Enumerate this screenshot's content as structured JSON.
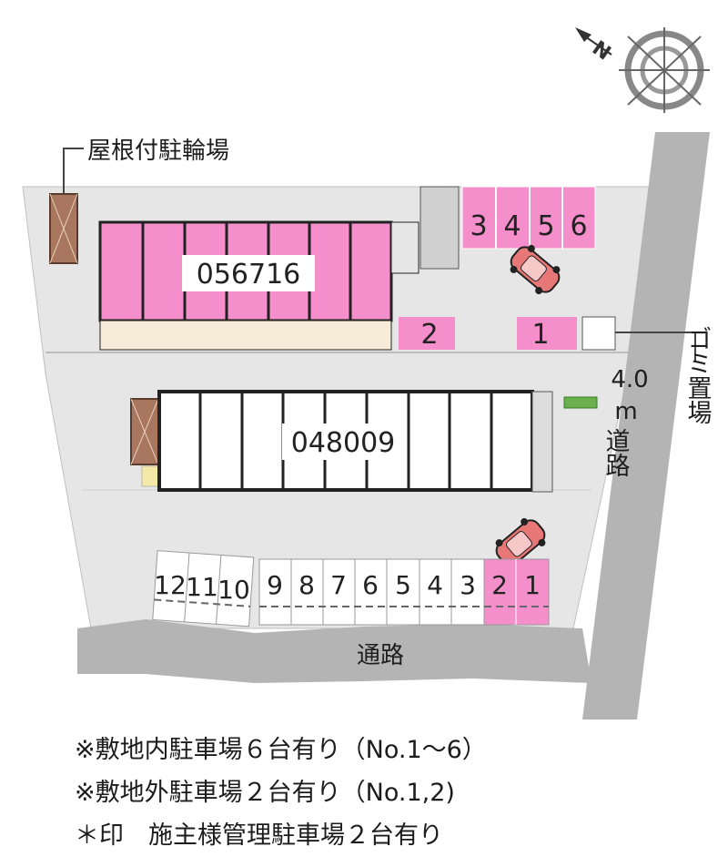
{
  "labels": {
    "bike_parking": "屋根付駐輪場",
    "garbage": "ゴミ置場",
    "road_width_value": "4.0",
    "road_width_unit": "m",
    "road_side": "道路",
    "road_bottom": "通路",
    "compass_letter": "N"
  },
  "buildings": {
    "north": "056716",
    "south": "048009"
  },
  "parking": {
    "inner_top": [
      "3",
      "4",
      "5",
      "6"
    ],
    "inner_middle_left": "2",
    "inner_middle_right": "1",
    "outer_row": [
      "12",
      "11",
      "10",
      "9",
      "8",
      "7",
      "6",
      "5",
      "4",
      "3",
      "2",
      "1"
    ],
    "outer_pink": [
      "2",
      "1"
    ]
  },
  "notes": [
    "※敷地内駐車場６台有り（No.1～6）",
    "※敷地外駐車場２台有り（No.1,2)",
    "＊印　施主様管理駐車場２台有り"
  ],
  "colors": {
    "pink": "#f48fcb",
    "gray_site": "#e6e6e6",
    "road": "#b4b4b4",
    "roof_brown": "#a9765f",
    "bike_fill": "#f7ecd8"
  }
}
